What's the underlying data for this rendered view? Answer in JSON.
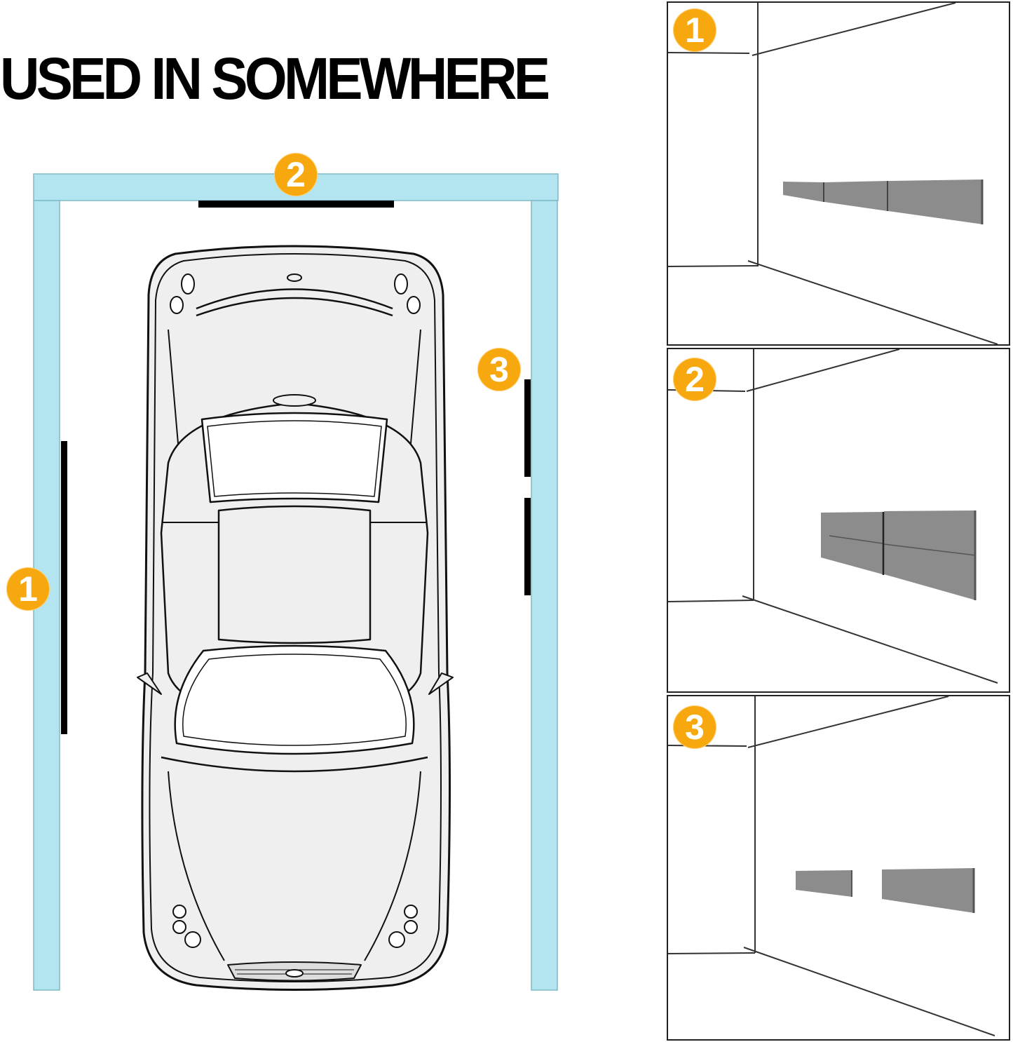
{
  "title": "USED IN SOMEWHERE",
  "colors": {
    "garage_wall": "#b3e5f1",
    "garage_wall_edge": "#7fb9c6",
    "bumper_strip": "#000000",
    "badge": "#f8a80f",
    "badge_text": "#ffffff",
    "car_fill": "#efefef",
    "car_outline": "#111111",
    "pad_gray": "#8c8c8c",
    "pad_edge": "#555555",
    "panel_border": "#222222"
  },
  "garage": {
    "badges": [
      {
        "number": "1",
        "position": "left wall"
      },
      {
        "number": "2",
        "position": "front wall"
      },
      {
        "number": "3",
        "position": "right wall"
      }
    ],
    "strips": [
      {
        "wall": "front",
        "count": 1
      },
      {
        "wall": "left",
        "count": 1
      },
      {
        "wall": "right",
        "count": 2
      }
    ]
  },
  "panels": [
    {
      "number": "1",
      "description": "three wall pads in a single row"
    },
    {
      "number": "2",
      "description": "four wall pads in a 2x2 arrangement"
    },
    {
      "number": "3",
      "description": "two separated wall pads"
    }
  ]
}
